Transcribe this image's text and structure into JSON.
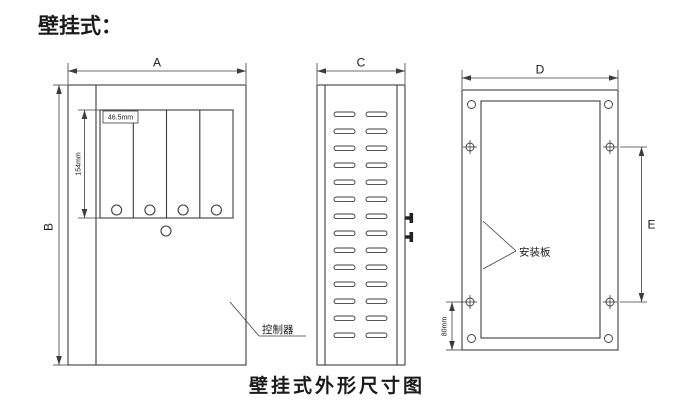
{
  "title": "壁挂式：",
  "caption": "壁挂式外形尺寸图",
  "colors": {
    "line": "#3c3c3c",
    "text": "#1a1a1a",
    "background": "#ffffff"
  },
  "front_view": {
    "width_dim": "A",
    "height_dim": "B",
    "module_width_dim": "46.5mm",
    "module_height_dim": "154mm",
    "callout": "控制器"
  },
  "side_view": {
    "width_dim": "C"
  },
  "rear_view": {
    "width_dim": "D",
    "height_dim": "E",
    "bottom_offset_dim": "80mm",
    "callout": "安装板"
  }
}
